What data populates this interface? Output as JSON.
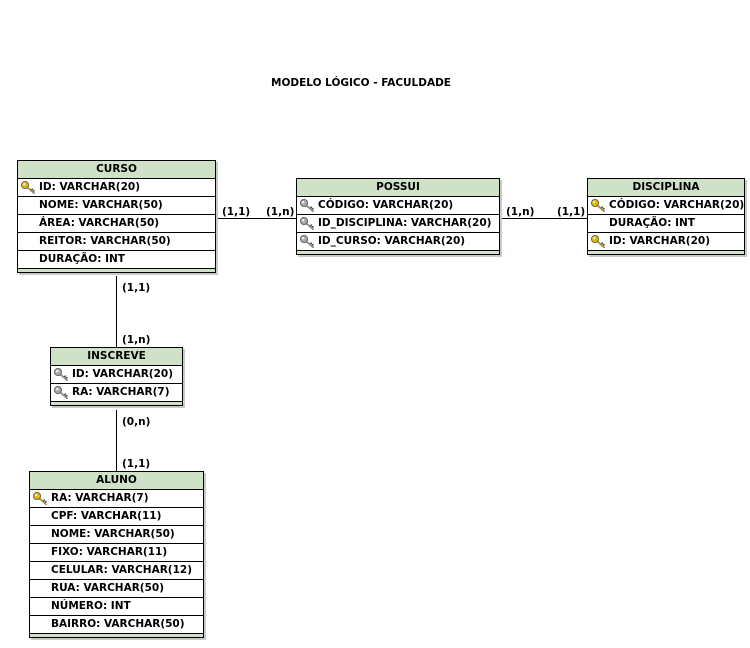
{
  "diagram": {
    "title": "MODELO LÓGICO - FACULDADE"
  },
  "entities": {
    "curso": {
      "name": "CURSO",
      "attributes": [
        {
          "text": "ID: VARCHAR(20)",
          "key": "primary"
        },
        {
          "text": "NOME: VARCHAR(50)",
          "key": "none"
        },
        {
          "text": "ÁREA: VARCHAR(50)",
          "key": "none"
        },
        {
          "text": "REITOR: VARCHAR(50)",
          "key": "none"
        },
        {
          "text": "DURAÇÃO: INT",
          "key": "none"
        }
      ]
    },
    "possui": {
      "name": "POSSUI",
      "attributes": [
        {
          "text": "CÓDIGO: VARCHAR(20)",
          "key": "foreign"
        },
        {
          "text": "ID_DISCIPLINA: VARCHAR(20)",
          "key": "foreign"
        },
        {
          "text": "ID_CURSO: VARCHAR(20)",
          "key": "foreign"
        }
      ]
    },
    "disciplina": {
      "name": "DISCIPLINA",
      "attributes": [
        {
          "text": "CÓDIGO: VARCHAR(20)",
          "key": "primary"
        },
        {
          "text": "DURAÇÃO: INT",
          "key": "none"
        },
        {
          "text": "ID: VARCHAR(20)",
          "key": "primary"
        }
      ]
    },
    "inscreve": {
      "name": "INSCREVE",
      "attributes": [
        {
          "text": "ID: VARCHAR(20)",
          "key": "foreign"
        },
        {
          "text": "RA: VARCHAR(7)",
          "key": "foreign"
        }
      ]
    },
    "aluno": {
      "name": "ALUNO",
      "attributes": [
        {
          "text": "RA: VARCHAR(7)",
          "key": "primary"
        },
        {
          "text": "CPF: VARCHAR(11)",
          "key": "none"
        },
        {
          "text": "NOME: VARCHAR(50)",
          "key": "none"
        },
        {
          "text": "FIXO: VARCHAR(11)",
          "key": "none"
        },
        {
          "text": "CELULAR: VARCHAR(12)",
          "key": "none"
        },
        {
          "text": "RUA: VARCHAR(50)",
          "key": "none"
        },
        {
          "text": "NÚMERO: INT",
          "key": "none"
        },
        {
          "text": "BAIRRO: VARCHAR(50)",
          "key": "none"
        }
      ]
    }
  },
  "cardinalities": {
    "curso_possui_a": "(1,1)",
    "curso_possui_b": "(1,n)",
    "possui_disciplina_a": "(1,n)",
    "possui_disciplina_b": "(1,1)",
    "curso_inscreve_a": "(1,1)",
    "curso_inscreve_b": "(1,n)",
    "inscreve_aluno_a": "(0,n)",
    "inscreve_aluno_b": "(1,1)"
  },
  "colors": {
    "header": "#cfe2c8",
    "primary_key": "#e0b800",
    "foreign_key": "#a9a9a9"
  },
  "icons": {
    "primary": "key-icon",
    "foreign": "foreign-key-icon"
  }
}
